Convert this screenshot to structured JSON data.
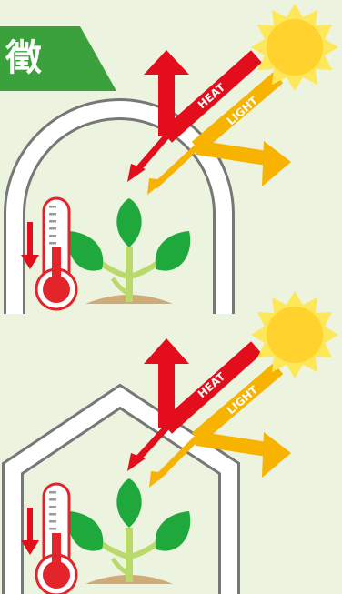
{
  "tag": {
    "text": "徵"
  },
  "labels": {
    "heat": "HEAT",
    "light": "LIGHT"
  },
  "colors": {
    "background": "#ecf3df",
    "tag_green": "#3aa13d",
    "heat_red": "#e30d1b",
    "light_orange": "#f7b300",
    "sun_yellow": "#ffd22e",
    "sun_ray": "#ffe75a",
    "leaf_green": "#1fa83b",
    "stem": "#b9d96a",
    "soil": "#cfac77",
    "thermo_red": "#e3252b"
  }
}
